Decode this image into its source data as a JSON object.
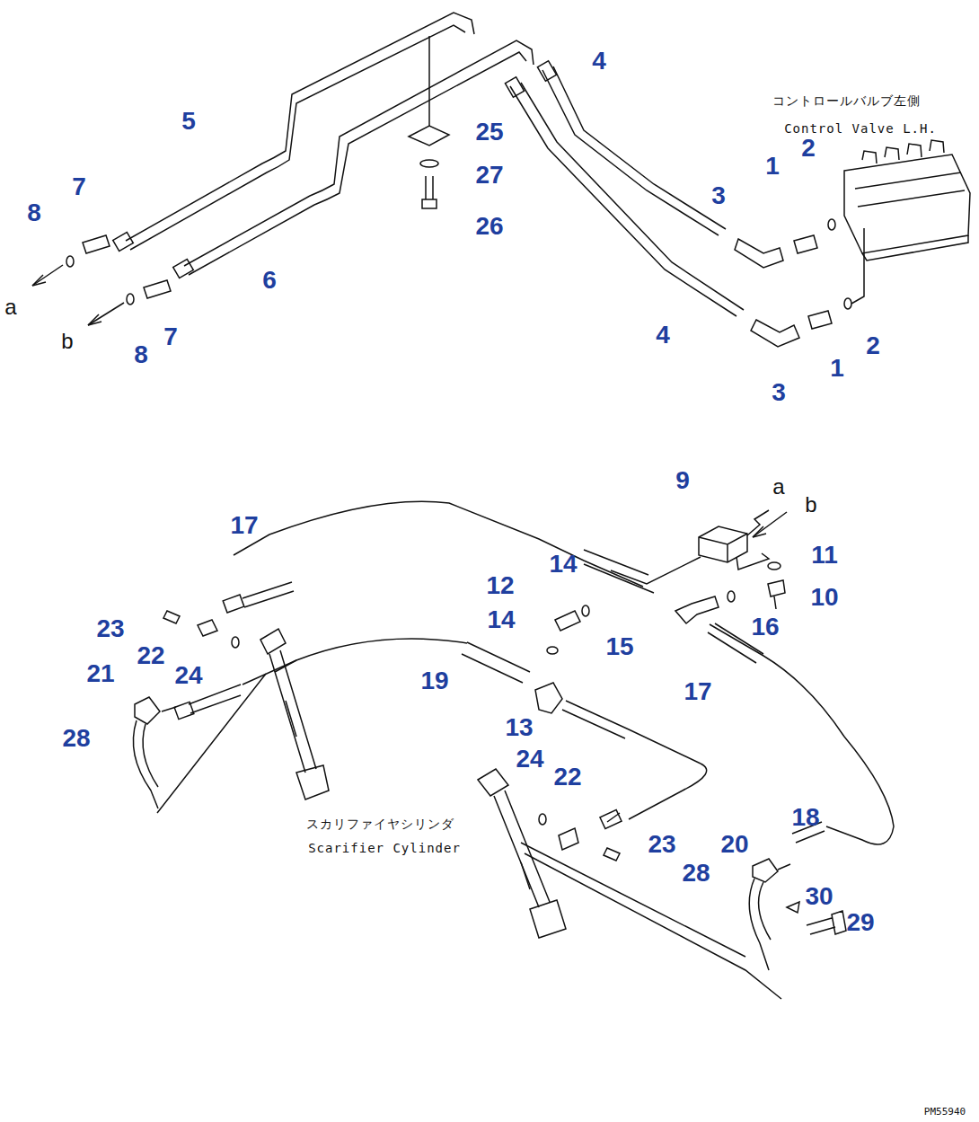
{
  "diagram": {
    "labels": [
      "5",
      "7",
      "8",
      "a",
      "6",
      "7",
      "b",
      "8",
      "25",
      "27",
      "26",
      "4",
      "コントロールバルブ左側",
      "Control Valve L.H.",
      "1",
      "2",
      "3",
      "4",
      "1",
      "2",
      "3",
      "9",
      "a",
      "b",
      "11",
      "10",
      "17",
      "14",
      "12",
      "14",
      "16",
      "15",
      "17",
      "23",
      "22",
      "24",
      "21",
      "19",
      "13",
      "28",
      "24",
      "22",
      "18",
      "23",
      "20",
      "28",
      "30",
      "29",
      "スカリファイヤシリンダ",
      "Scarifier Cylinder",
      "PM55940"
    ]
  }
}
